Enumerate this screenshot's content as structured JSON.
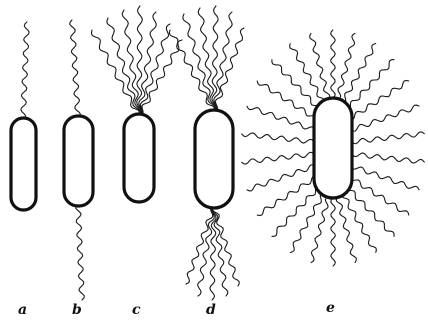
{
  "diagram": {
    "stroke_color": "#111111",
    "background_color": "#ffffff",
    "panels": [
      {
        "id": "a",
        "label": "a",
        "arrangement": "monotrichous"
      },
      {
        "id": "b",
        "label": "b",
        "arrangement": "amphitrichous"
      },
      {
        "id": "c",
        "label": "c",
        "arrangement": "lophotrichous"
      },
      {
        "id": "d",
        "label": "d",
        "arrangement": "amphilophotrichous"
      },
      {
        "id": "e",
        "label": "e",
        "arrangement": "peritrichous"
      }
    ]
  }
}
